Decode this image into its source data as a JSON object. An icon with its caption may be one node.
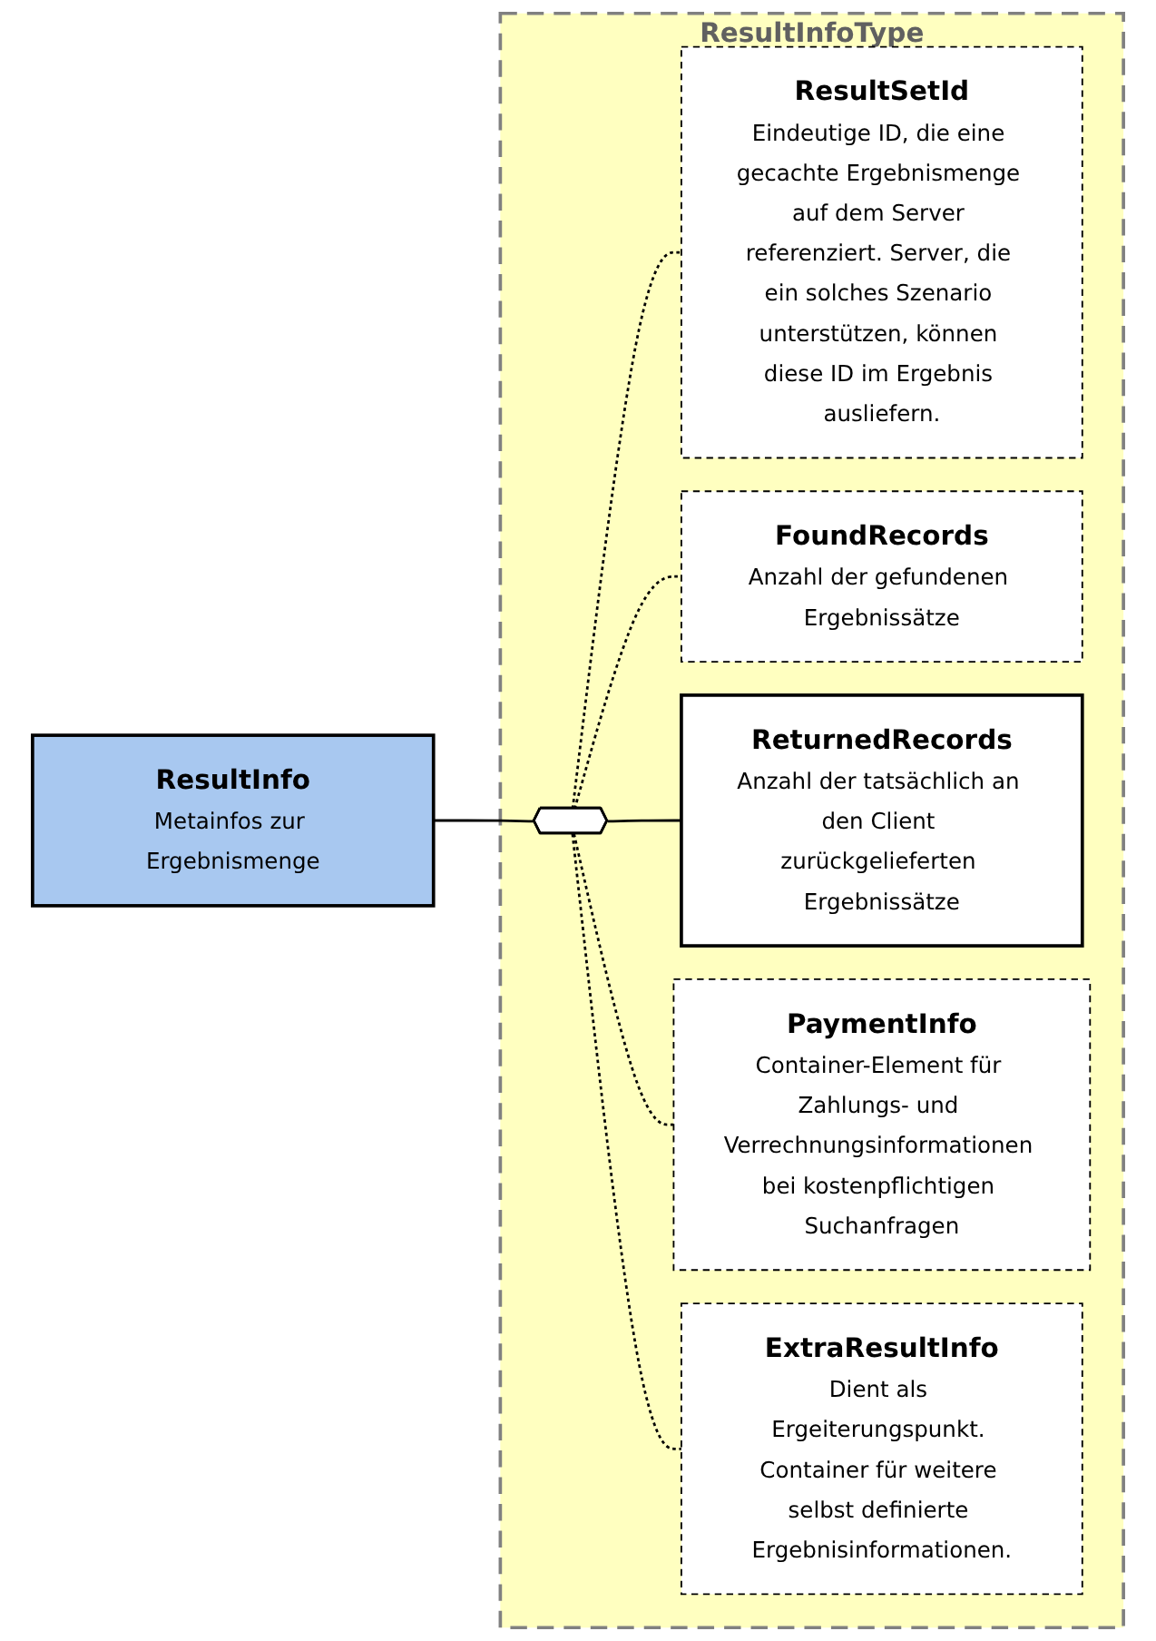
{
  "diagram": {
    "nodes": [
      {
        "text": [
          "ResultInfo",
          "Metainfos zur Ergebnismenge"
        ]
      },
      {
        "text": [
          "ResultInfoType"
        ]
      },
      {
        "text": [],
        "shape": "octagon",
        "in": 1
      },
      {
        "text": [
          "ResultSetId",
          "Eindeutige ID, die eine gecachte Ergebnismenge auf dem Server referenziert. Server, die ein solches Szenario unterstützen, können diese ID im Ergebnis ausliefern."
        ],
        "in": 1
      },
      {
        "text": [
          "FoundRecords",
          "Anzahl der gefundenen Ergebnissätze"
        ],
        "in": 1
      },
      {
        "text": [
          "ReturnedRecords",
          "Anzahl der tatsächlich an den Client zurückgelieferten Ergebnissätze"
        ],
        "in": 1
      },
      {
        "text": [
          "PaymentInfo",
          "Container-Element für Zahlungs- und Verrechnungsinformationen bei kostenpflichtigen Suchanfragen"
        ],
        "in": 1
      },
      {
        "text": [
          "ExtraResultInfo",
          "Dient als Ergeiterungspunkt. Container für weitere selbst definierte Ergebnisinformationen."
        ],
        "in": 1
      }
    ],
    "edges": [
      {
        "from": 0,
        "to": 2,
        "arrow": "none"
      },
      {
        "from": 2,
        "to": 3,
        "arrow": "none",
        "style": "dashed"
      },
      {
        "from": 2,
        "to": 4,
        "arrow": "none",
        "style": "dashed"
      },
      {
        "from": 2,
        "to": 5,
        "arrow": "none"
      },
      {
        "from": 2,
        "to": 6,
        "arrow": "none",
        "style": "dashed"
      },
      {
        "from": 2,
        "to": 7,
        "arrow": "none",
        "style": "dashed"
      }
    ]
  }
}
